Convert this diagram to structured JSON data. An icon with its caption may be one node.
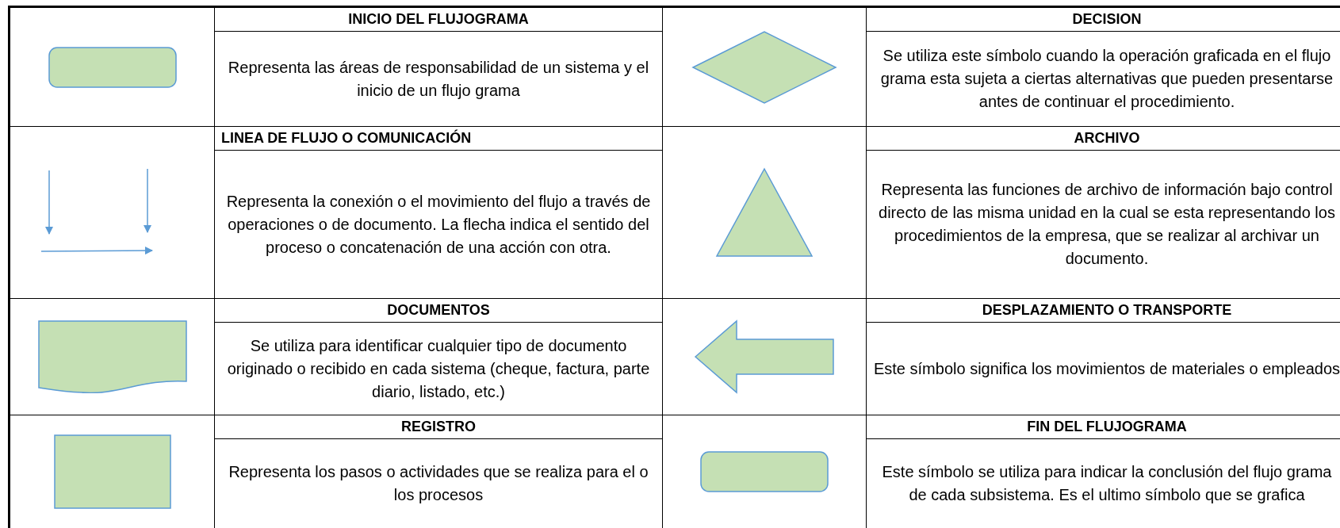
{
  "diagram": {
    "nodes": [
      {
        "text": [],
        "shape": "terminal"
      },
      {
        "text": [],
        "shape": "diamond"
      },
      {
        "text": [],
        "shape": "triangle"
      },
      {
        "text": [],
        "shape": "document"
      },
      {
        "text": [],
        "shape": "arrow"
      },
      {
        "text": [],
        "shape": "box"
      },
      {
        "text": [],
        "shape": "terminal"
      }
    ],
    "labels": [
      "INICIO DEL FLUJOGRAMA",
      "Representa las áreas de responsabilidad de un sistema y el inicio de un flujo grama",
      "DECISION",
      "Se utiliza este símbolo cuando la operación graficada en el flujo grama esta sujeta a ciertas alternativas que pueden presentarse antes de continuar el procedimiento.",
      "LINEA DE FLUJO O COMUNICACIÓN",
      "Representa la conexión o el movimiento del flujo a través de operaciones o de documento. La flecha indica el sentido del proceso o concatenación de una acción con otra.",
      "ARCHIVO",
      "Representa las funciones de archivo de información bajo control directo de las misma unidad en la cual se esta representando los procedimientos de la empresa, que se realizar al archivar un documento.",
      "DOCUMENTOS",
      "Se utiliza para identificar cualquier tipo de documento originado o recibido en cada sistema (cheque, factura, parte diario, listado, etc.)",
      "DESPLAZAMIENTO O TRANSPORTE",
      "Este símbolo significa los movimientos de materiales o empleados",
      "REGISTRO",
      "Representa los pasos o actividades que se realiza para el o los procesos",
      "FIN DEL FLUJOGRAMA",
      "Este símbolo se utiliza para indicar la conclusión del flujo grama de cada subsistema. Es el ultimo símbolo que se grafica"
    ]
  }
}
